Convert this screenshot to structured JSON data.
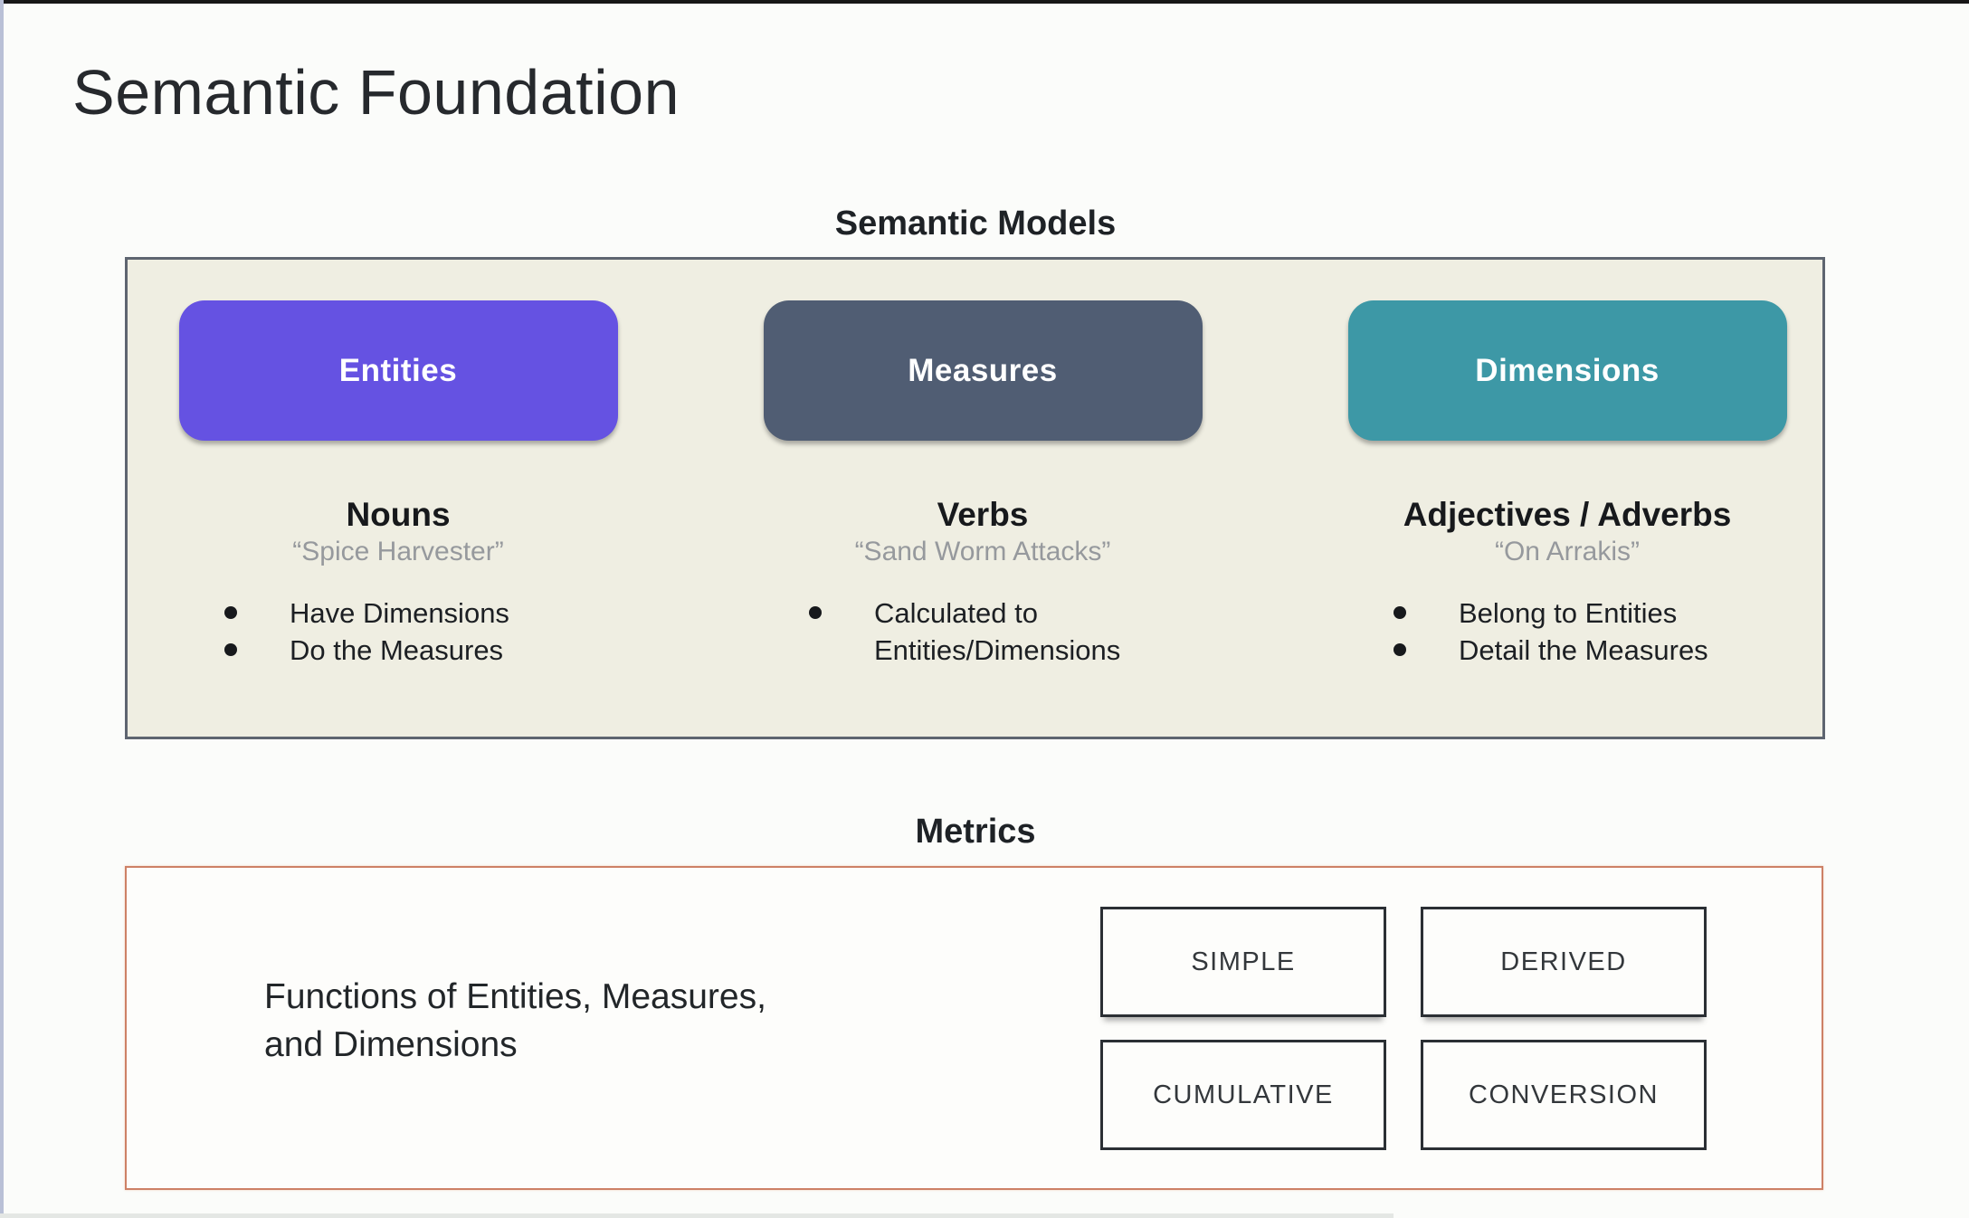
{
  "slide": {
    "title": "Semantic Foundation"
  },
  "semantic_models": {
    "heading": "Semantic Models",
    "panel_bg": "#EFEEE2",
    "panel_border": "#5E6570",
    "columns": [
      {
        "button": {
          "label": "Entities",
          "color": "#6552E2"
        },
        "subtitle": "Nouns",
        "quote": "“Spice Harvester”",
        "bullets": [
          "Have Dimensions",
          "Do the Measures"
        ]
      },
      {
        "button": {
          "label": "Measures",
          "color": "#505D73"
        },
        "subtitle": "Verbs",
        "quote": "“Sand Worm Attacks”",
        "bullets": [
          "Calculated to Entities/Dimensions"
        ]
      },
      {
        "button": {
          "label": "Dimensions",
          "color": "#3D98A6"
        },
        "subtitle": "Adjectives / Adverbs",
        "quote": "“On Arrakis”",
        "bullets": [
          "Belong to Entities",
          "Detail the Measures"
        ]
      }
    ]
  },
  "metrics": {
    "heading": "Metrics",
    "panel_border": "#CD8166",
    "description": [
      "Functions of Entities, Measures,",
      "and Dimensions"
    ],
    "types": [
      "SIMPLE",
      "DERIVED",
      "CUMULATIVE",
      "CONVERSION"
    ]
  }
}
